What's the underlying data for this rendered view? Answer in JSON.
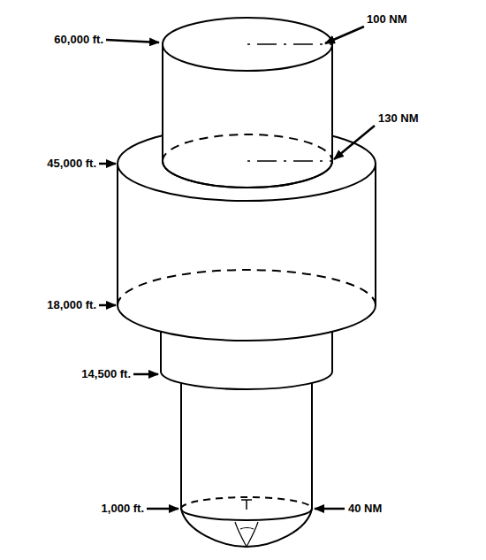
{
  "diagram": {
    "labels": [
      "60,000 ft.",
      "100 NM",
      "130 NM",
      "45,000 ft.",
      "18,000 ft.",
      "14,500 ft.",
      "1,000 ft.",
      "40 NM"
    ]
  }
}
